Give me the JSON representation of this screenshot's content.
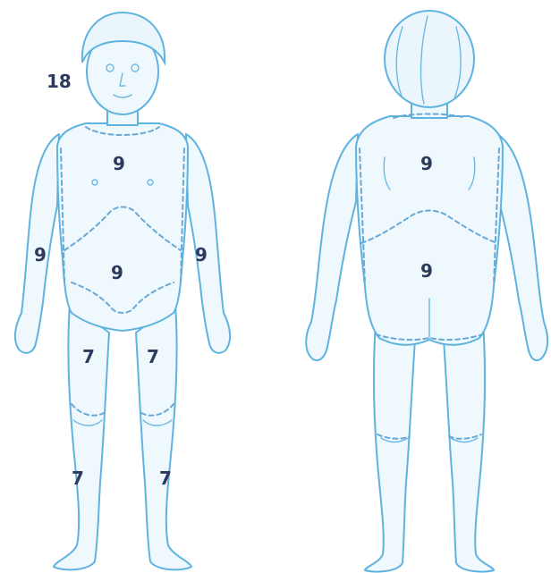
{
  "colors": {
    "outline": "#5fb3df",
    "fill": "#eef8fd",
    "dashed_boundary": "#6aa8d6",
    "label": "#2d3a5e",
    "background": "#ffffff"
  },
  "front_view": {
    "head_label": "18",
    "chest_label": "9",
    "abdomen_label": "9",
    "left_arm_label": "9",
    "right_arm_label": "9",
    "left_thigh_label": "7",
    "right_thigh_label": "7",
    "left_shin_label": "7",
    "right_shin_label": "7"
  },
  "back_view": {
    "upper_back_label": "9",
    "lower_back_label": "9"
  }
}
